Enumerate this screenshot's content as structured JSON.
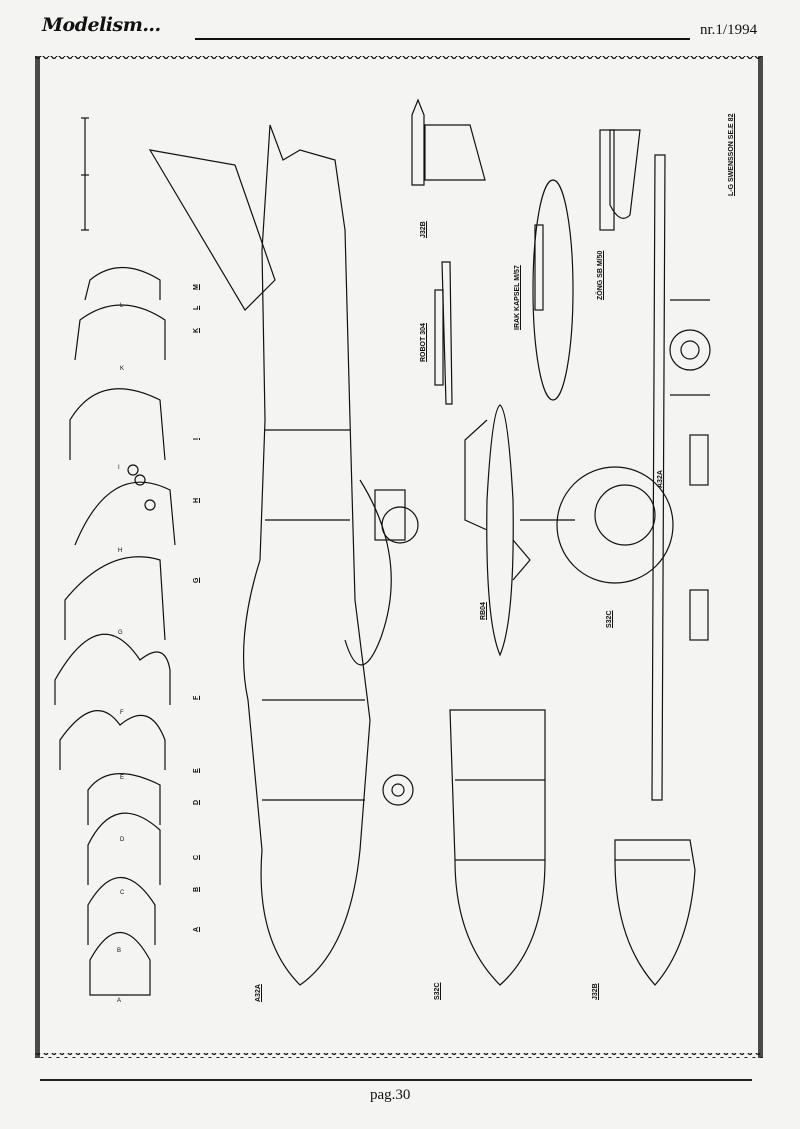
{
  "header": {
    "logo_text": "Modelism...",
    "issue": "nr.1/1994"
  },
  "footer": {
    "page": "pag.30"
  },
  "drawing": {
    "credit": "L-G SWENSSON  SE.E 82",
    "view_labels": [
      "A32A",
      "S32C",
      "J32B",
      "RB04",
      "S32C",
      "A32A"
    ],
    "store_labels": [
      "J32B",
      "ROBOT 304",
      "IRAK KAPSEL M/57",
      "ZÖNG SB M/50"
    ],
    "section_labels": [
      "A",
      "B",
      "C",
      "D",
      "E",
      "F",
      "G",
      "H",
      "I",
      "K",
      "L"
    ],
    "station_labels": [
      "A",
      "B",
      "C",
      "D",
      "E",
      "F",
      "G",
      "H",
      "I",
      "K",
      "L",
      "M"
    ]
  }
}
